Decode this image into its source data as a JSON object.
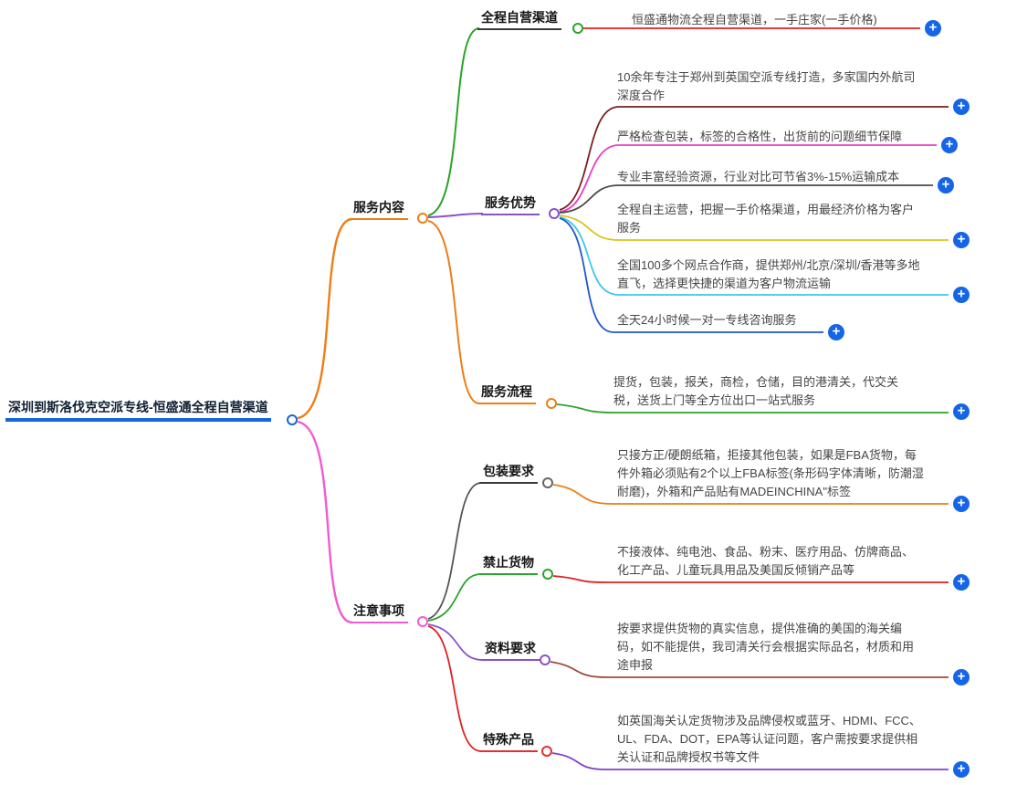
{
  "root": {
    "label": "深圳到斯洛伐克空派专线-恒盛通全程自营渠道"
  },
  "topics": {
    "service_content": {
      "label": "服务内容"
    },
    "notes": {
      "label": "注意事项"
    },
    "self_channel": {
      "label": "全程自营渠道"
    },
    "advantages": {
      "label": "服务优势"
    },
    "process": {
      "label": "服务流程"
    },
    "packaging": {
      "label": "包装要求"
    },
    "prohibited": {
      "label": "禁止货物"
    },
    "documents": {
      "label": "资料要求"
    },
    "special": {
      "label": "特殊产品"
    }
  },
  "details": {
    "self_channel_1": {
      "text": "恒盛通物流全程自营渠道，一手庄家(一手价格)"
    },
    "adv_1": {
      "text": "10余年专注于郑州到英国空派专线打造，多家国内外航司深度合作"
    },
    "adv_2": {
      "text": "严格检查包装，标签的合格性，出货前的问题细节保障"
    },
    "adv_3": {
      "text": "专业丰富经验资源，行业对比可节省3%-15%运输成本"
    },
    "adv_4": {
      "text": "全程自主运营，把握一手价格渠道，用最经济价格为客户服务"
    },
    "adv_5": {
      "text": "全国100多个网点合作商，提供郑州/北京/深圳/香港等多地直飞，选择更快捷的渠道为客户物流运输"
    },
    "adv_6": {
      "text": "全天24小时候一对一专线咨询服务"
    },
    "process_1": {
      "text": "提货，包装，报关，商检，仓储，目的港清关，代交关税，送货上门等全方位出口一站式服务"
    },
    "packaging_1": {
      "text": "只接方正/硬朗纸箱，拒接其他包装，如果是FBA货物，每件外箱必须贴有2个以上FBA标签(条形码字体清晰，防潮湿耐磨)，外箱和产品贴有MADEINCHINA\"标签"
    },
    "prohibited_1": {
      "text": "不接液体、纯电池、食品、粉末、医疗用品、仿牌商品、化工产品、儿童玩具用品及美国反倾销产品等"
    },
    "documents_1": {
      "text": "按要求提供货物的真实信息，提供准确的美国的海关编码，如不能提供，我司清关行会根据实际品名，材质和用途申报"
    },
    "special_1": {
      "text": "如英国海关认定货物涉及品牌侵权或蓝牙、HDMI、FCC、UL、FDA、DOT，EPA等认证问题，客户需按要求提供相关认证和品牌授权书等文件"
    }
  },
  "ui": {
    "expand_symbol": "+"
  },
  "colors": {
    "root_accent": "#1565d8",
    "branch_orange": "#ee7d16",
    "branch_pink": "#f25ad2",
    "branch_green": "#2aa42a",
    "branch_purple": "#8a52c8",
    "branch_gray": "#555555",
    "branch_red": "#e02020",
    "leaf_maroon": "#7a2020",
    "leaf_magenta": "#e83cc8",
    "leaf_dark_gray": "#4a4a4a",
    "leaf_yellow": "#d6c51e",
    "leaf_cyan": "#3ec6ee",
    "leaf_blue": "#2058c8",
    "leaf_brown": "#a04838",
    "leaf_violet": "#8040d0",
    "expand_button_bg": "#1565e8"
  }
}
